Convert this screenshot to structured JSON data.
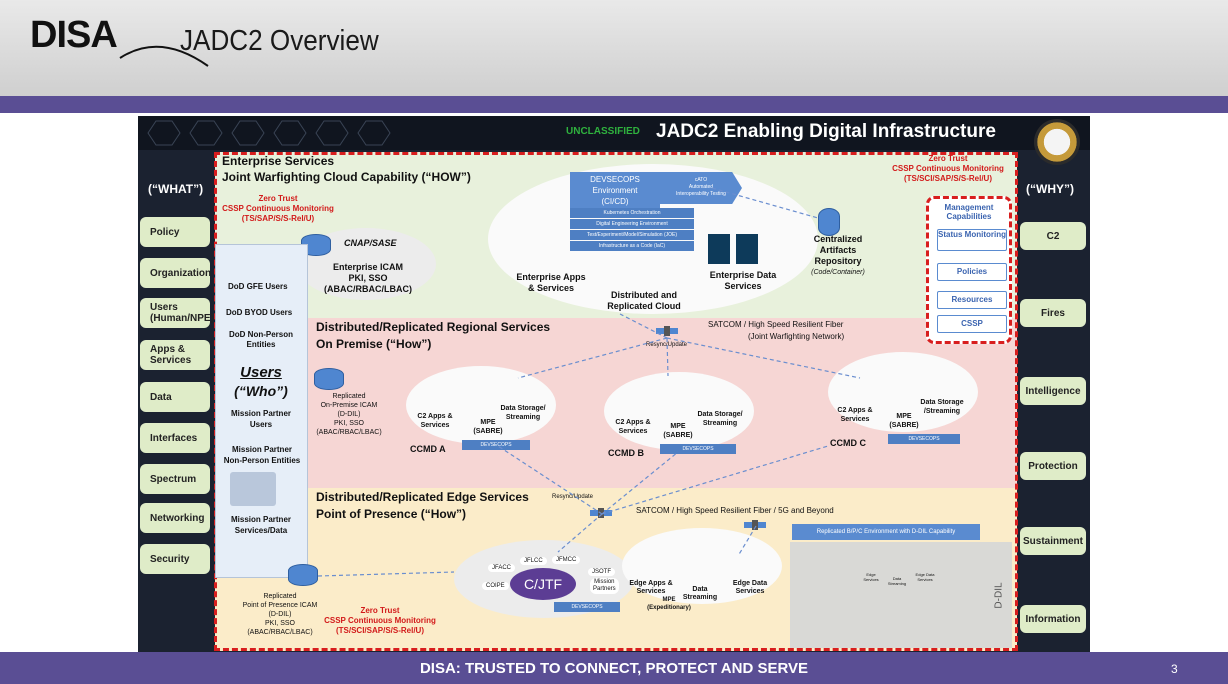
{
  "header": {
    "logo_text": "DISA",
    "page_title": "JADC2 Overview"
  },
  "slide": {
    "classification": "UNCLASSIFIED",
    "title": "JADC2 Enabling Digital Infrastructure",
    "what_header": "(“WHAT”)",
    "why_header": "(“WHY”)",
    "what_items": [
      "Policy",
      "Organization",
      "Users (Human/NPE)",
      "Apps & Services",
      "Data",
      "Interfaces",
      "Spectrum",
      "Networking",
      "Security"
    ],
    "why_items": [
      "C2",
      "Fires",
      "Intelligence",
      "Protection",
      "Sustainment",
      "Information"
    ],
    "enterprise": {
      "title": "Enterprise Services",
      "subtitle": "Joint Warfighting Cloud Capability (“HOW”)",
      "zt_left_1": "Zero Trust",
      "zt_left_2": "CSSP Continuous Monitoring",
      "zt_left_3": "(TS/SAP/S/S-Rel/U)",
      "zt_right_1": "Zero Trust",
      "zt_right_2": "CSSP Continuous Monitoring",
      "zt_right_3": "(TS/SCI/SAP/S/S-Rel/U)",
      "cnap": "CNAP/SASE",
      "icam_1": "Enterprise ICAM",
      "icam_2": "PKI, SSO",
      "icam_3": "(ABAC/RBAC/LBAC)",
      "devsecops_1": "DEVSECOPS",
      "devsecops_2": "Environment",
      "devsecops_3": "(CI/CD)",
      "cato_1": "cATO",
      "cato_2": "Automated",
      "cato_3": "Interoperability Testing",
      "stack": [
        "Kubernetes Orchestration",
        "Digital Engineering Environment",
        "Test/Experiment/Model/Simulation (JOE)",
        "Infrastructure as a Code (IaC)"
      ],
      "apps_1": "Enterprise Apps",
      "apps_2": "& Services",
      "data_1": "Enterprise Data",
      "data_2": "Services",
      "cloud_1": "Distributed and",
      "cloud_2": "Replicated Cloud",
      "repo_1": "Centralized",
      "repo_2": "Artifacts",
      "repo_3": "Repository",
      "repo_4": "(Code/Container)",
      "why_panel": [
        "Management Capabilities",
        "Status Monitoring",
        "Policies",
        "Resources",
        "CSSP"
      ]
    },
    "users": {
      "gfe": "DoD GFE Users",
      "byod": "DoD BYOD Users",
      "npe_1": "DoD Non-Person",
      "npe_2": "Entities",
      "who_1": "Users",
      "who_2": "(“Who”)",
      "mp_1": "Mission Partner",
      "mp_2": "Users",
      "mpn_1": "Mission Partner",
      "mpn_2": "Non-Person Entities",
      "mps_1": "Mission Partner",
      "mps_2": "Services/Data"
    },
    "regional": {
      "title": "Distributed/Replicated Regional Services",
      "subtitle": "On Premise (“How”)",
      "satcom_1": "SATCOM / High Speed Resilient Fiber",
      "satcom_2": "(Joint Warfighting Network)",
      "resync": "Resync/Update",
      "icam_1": "Replicated",
      "icam_2": "On-Premise ICAM",
      "icam_3": "(D-DIL)",
      "icam_4": "PKI, SSO",
      "icam_5": "(ABAC/RBAC/LBAC)",
      "c2apps": "C2 Apps &",
      "services": "Services",
      "mpe": "MPE",
      "sabre": "(SABRE)",
      "storage_1": "Data Storage/",
      "storage_2": "Streaming",
      "storage_c_1": "Data Storage",
      "storage_c_2": "/Streaming",
      "devsecops": "DEVSECOPS",
      "ccmd_a": "CCMD A",
      "ccmd_b": "CCMD B",
      "ccmd_c": "CCMD C"
    },
    "edge": {
      "title": "Distributed/Replicated Edge Services",
      "subtitle": "Point of Presence (“How”)",
      "resync": "Resync/Update",
      "satcom": "SATCOM / High Speed Resilient Fiber / 5G and Beyond",
      "replicated_env": "Replicated B/P/C Environment with D-DIL Capability",
      "icam_1": "Replicated",
      "icam_2": "Point of Presence ICAM",
      "icam_3": "(D-DIL)",
      "icam_4": "PKI, SSO",
      "icam_5": "(ABAC/RBAC/LBAC)",
      "zt_1": "Zero Trust",
      "zt_2": "CSSP Continuous Monitoring",
      "zt_3": "(TS/SCI/SAP/S/S-Rel/U)",
      "cjtf": "C/JTF",
      "jflcc": "JFLCC",
      "jfmcc": "JFMCC",
      "jfacc": "JFACC",
      "jsotf": "JSOTF",
      "coipe": "COIPE",
      "mission_1": "Mission",
      "mission_2": "Partners",
      "devsecops": "DEVSECOPS",
      "apps_1": "Edge Apps &",
      "apps_2": "Services",
      "data_1": "Data",
      "data_2": "Streaming",
      "mpe_1": "MPE",
      "mpe_2": "(Expeditionary)",
      "edge_data_1": "Edge Data",
      "edge_data_2": "Services",
      "ddil": "D-DIL",
      "tiny_1": "Edge",
      "tiny_2": "Services",
      "tiny_3": "Data",
      "tiny_4": "Streaming",
      "tiny_5": "Edge Data",
      "tiny_6": "Services"
    }
  },
  "footer": {
    "tagline": "DISA: TRUSTED TO CONNECT, PROTECT AND SERVE",
    "page_number": "3"
  },
  "colors": {
    "brand_purple": "#5a4e94",
    "zero_trust_red": "#d21a1a",
    "what_box": "#dfecc8",
    "enterprise_zone": "#e8f1dc",
    "regional_zone": "#f6d6d4",
    "edge_zone": "#fbecc9"
  }
}
